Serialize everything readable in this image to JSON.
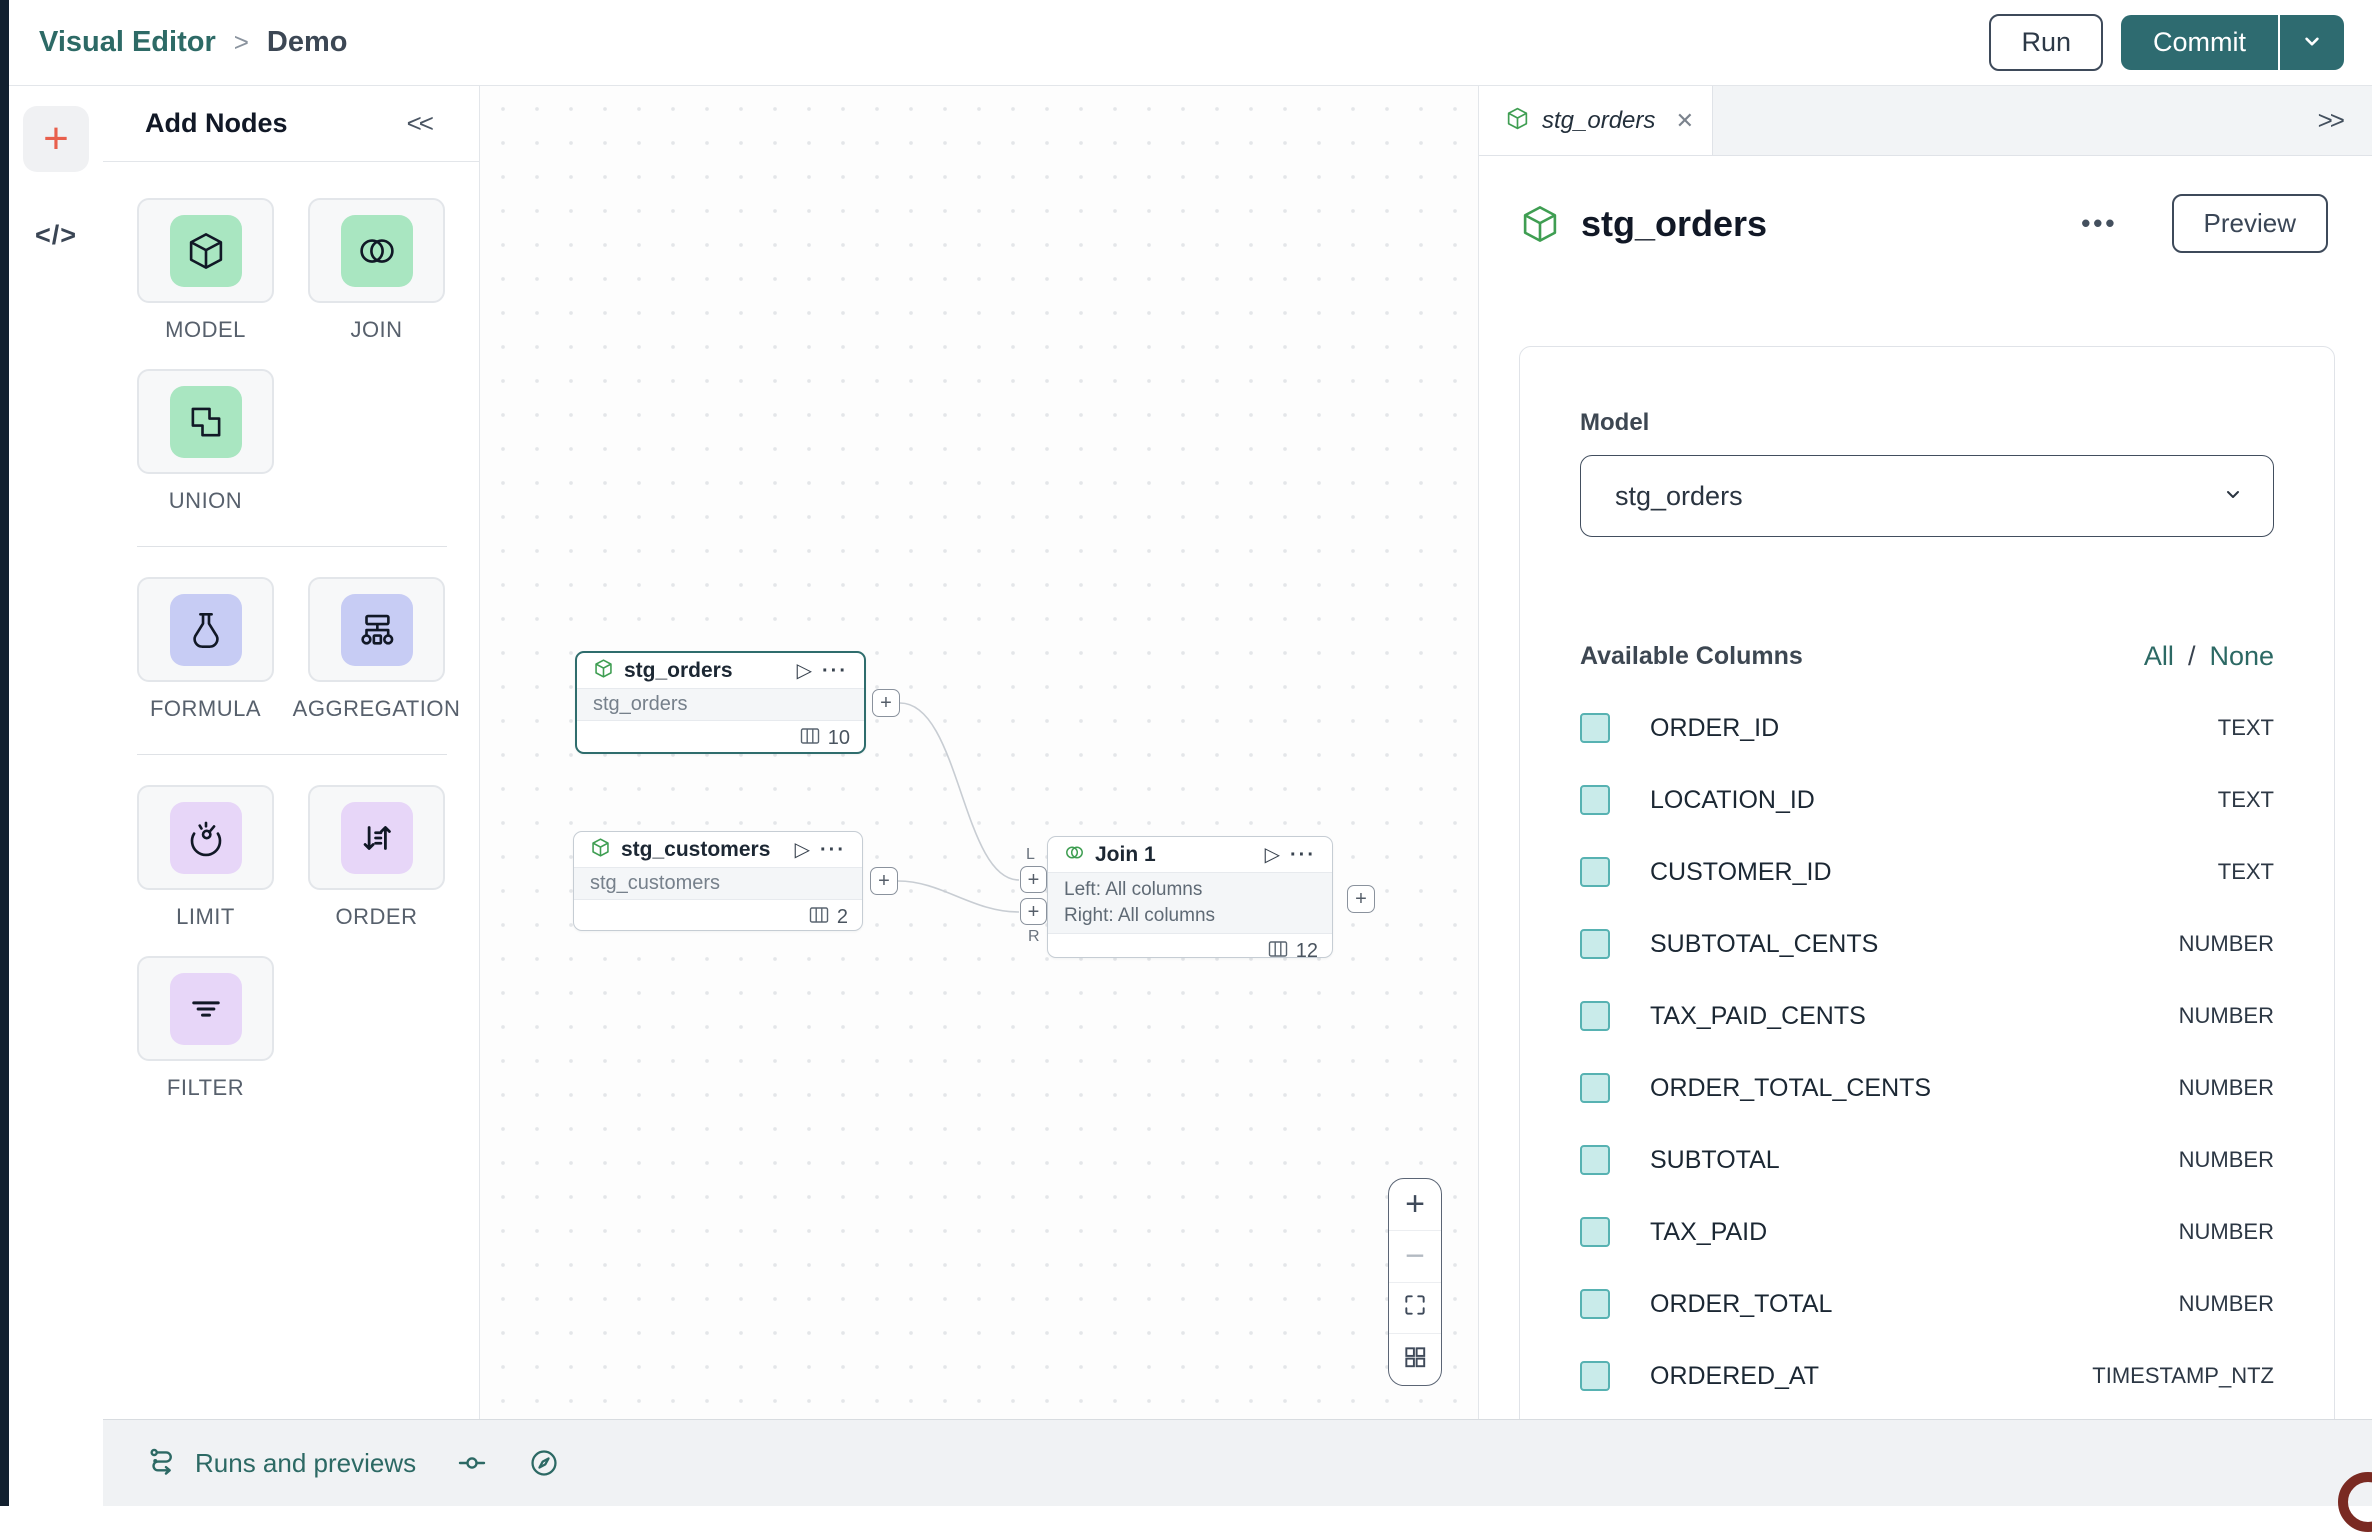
{
  "colors": {
    "accent_teal": "#2d6a66",
    "button_teal": "#2e6b70",
    "node_green": "#3f9e52",
    "tile_green_bg": "#a9e6c1",
    "tile_periwinkle_bg": "#c7ccf4",
    "tile_purple_bg": "#e7d6f8",
    "checkbox_fill": "#c9ebea",
    "checkbox_border": "#57b2b2",
    "plus_orange": "#e85f4c",
    "selected_node_border": "#2f6d6d"
  },
  "topbar": {
    "breadcrumb": {
      "root": "Visual Editor",
      "separator": ">",
      "current": "Demo"
    },
    "run_label": "Run",
    "commit_label": "Commit"
  },
  "left_rail": {
    "add_glyph": "+",
    "code_glyph": "</>"
  },
  "add_nodes": {
    "title": "Add Nodes",
    "collapse_glyph": "<<",
    "tiles": [
      {
        "label": "MODEL",
        "icon": "cube-icon"
      },
      {
        "label": "JOIN",
        "icon": "join-circles-icon"
      },
      {
        "label": "UNION",
        "icon": "union-squares-icon"
      },
      {
        "label": "FORMULA",
        "icon": "flask-icon"
      },
      {
        "label": "AGGREGATION",
        "icon": "tree-icon"
      },
      {
        "label": "LIMIT",
        "icon": "gauge-icon"
      },
      {
        "label": "ORDER",
        "icon": "sort-arrows-icon"
      },
      {
        "label": "FILTER",
        "icon": "filter-lines-icon"
      }
    ]
  },
  "canvas": {
    "glyphs": {
      "play": "▷",
      "ellipsis": "···",
      "plus": "+"
    },
    "nodes": {
      "stg_orders": {
        "title": "stg_orders",
        "subtitle": "stg_orders",
        "columns_count": "10"
      },
      "stg_customers": {
        "title": "stg_customers",
        "subtitle": "stg_customers",
        "columns_count": "2"
      },
      "join": {
        "title": "Join 1",
        "left_line": "Left: All columns",
        "right_line": "Right: All columns",
        "columns_count": "12"
      }
    },
    "ports": {
      "left_label": "L",
      "right_label": "R"
    },
    "zoom_controls": {
      "zoom_in_glyph": "+",
      "zoom_out_glyph": "−"
    }
  },
  "bottom_bar": {
    "runs_label": "Runs and previews"
  },
  "panel": {
    "tab_label": "stg_orders",
    "close_glyph": "✕",
    "expand_glyph": ">>",
    "title": "stg_orders",
    "ellipsis_glyph": "•••",
    "preview_label": "Preview",
    "model_label": "Model",
    "model_value": "stg_orders",
    "columns_header": "Available Columns",
    "select_all_label": "All",
    "select_separator": "/",
    "select_none_label": "None",
    "columns": [
      {
        "name": "ORDER_ID",
        "type": "TEXT"
      },
      {
        "name": "LOCATION_ID",
        "type": "TEXT"
      },
      {
        "name": "CUSTOMER_ID",
        "type": "TEXT"
      },
      {
        "name": "SUBTOTAL_CENTS",
        "type": "NUMBER"
      },
      {
        "name": "TAX_PAID_CENTS",
        "type": "NUMBER"
      },
      {
        "name": "ORDER_TOTAL_CENTS",
        "type": "NUMBER"
      },
      {
        "name": "SUBTOTAL",
        "type": "NUMBER"
      },
      {
        "name": "TAX_PAID",
        "type": "NUMBER"
      },
      {
        "name": "ORDER_TOTAL",
        "type": "NUMBER"
      },
      {
        "name": "ORDERED_AT",
        "type": "TIMESTAMP_NTZ"
      }
    ]
  }
}
